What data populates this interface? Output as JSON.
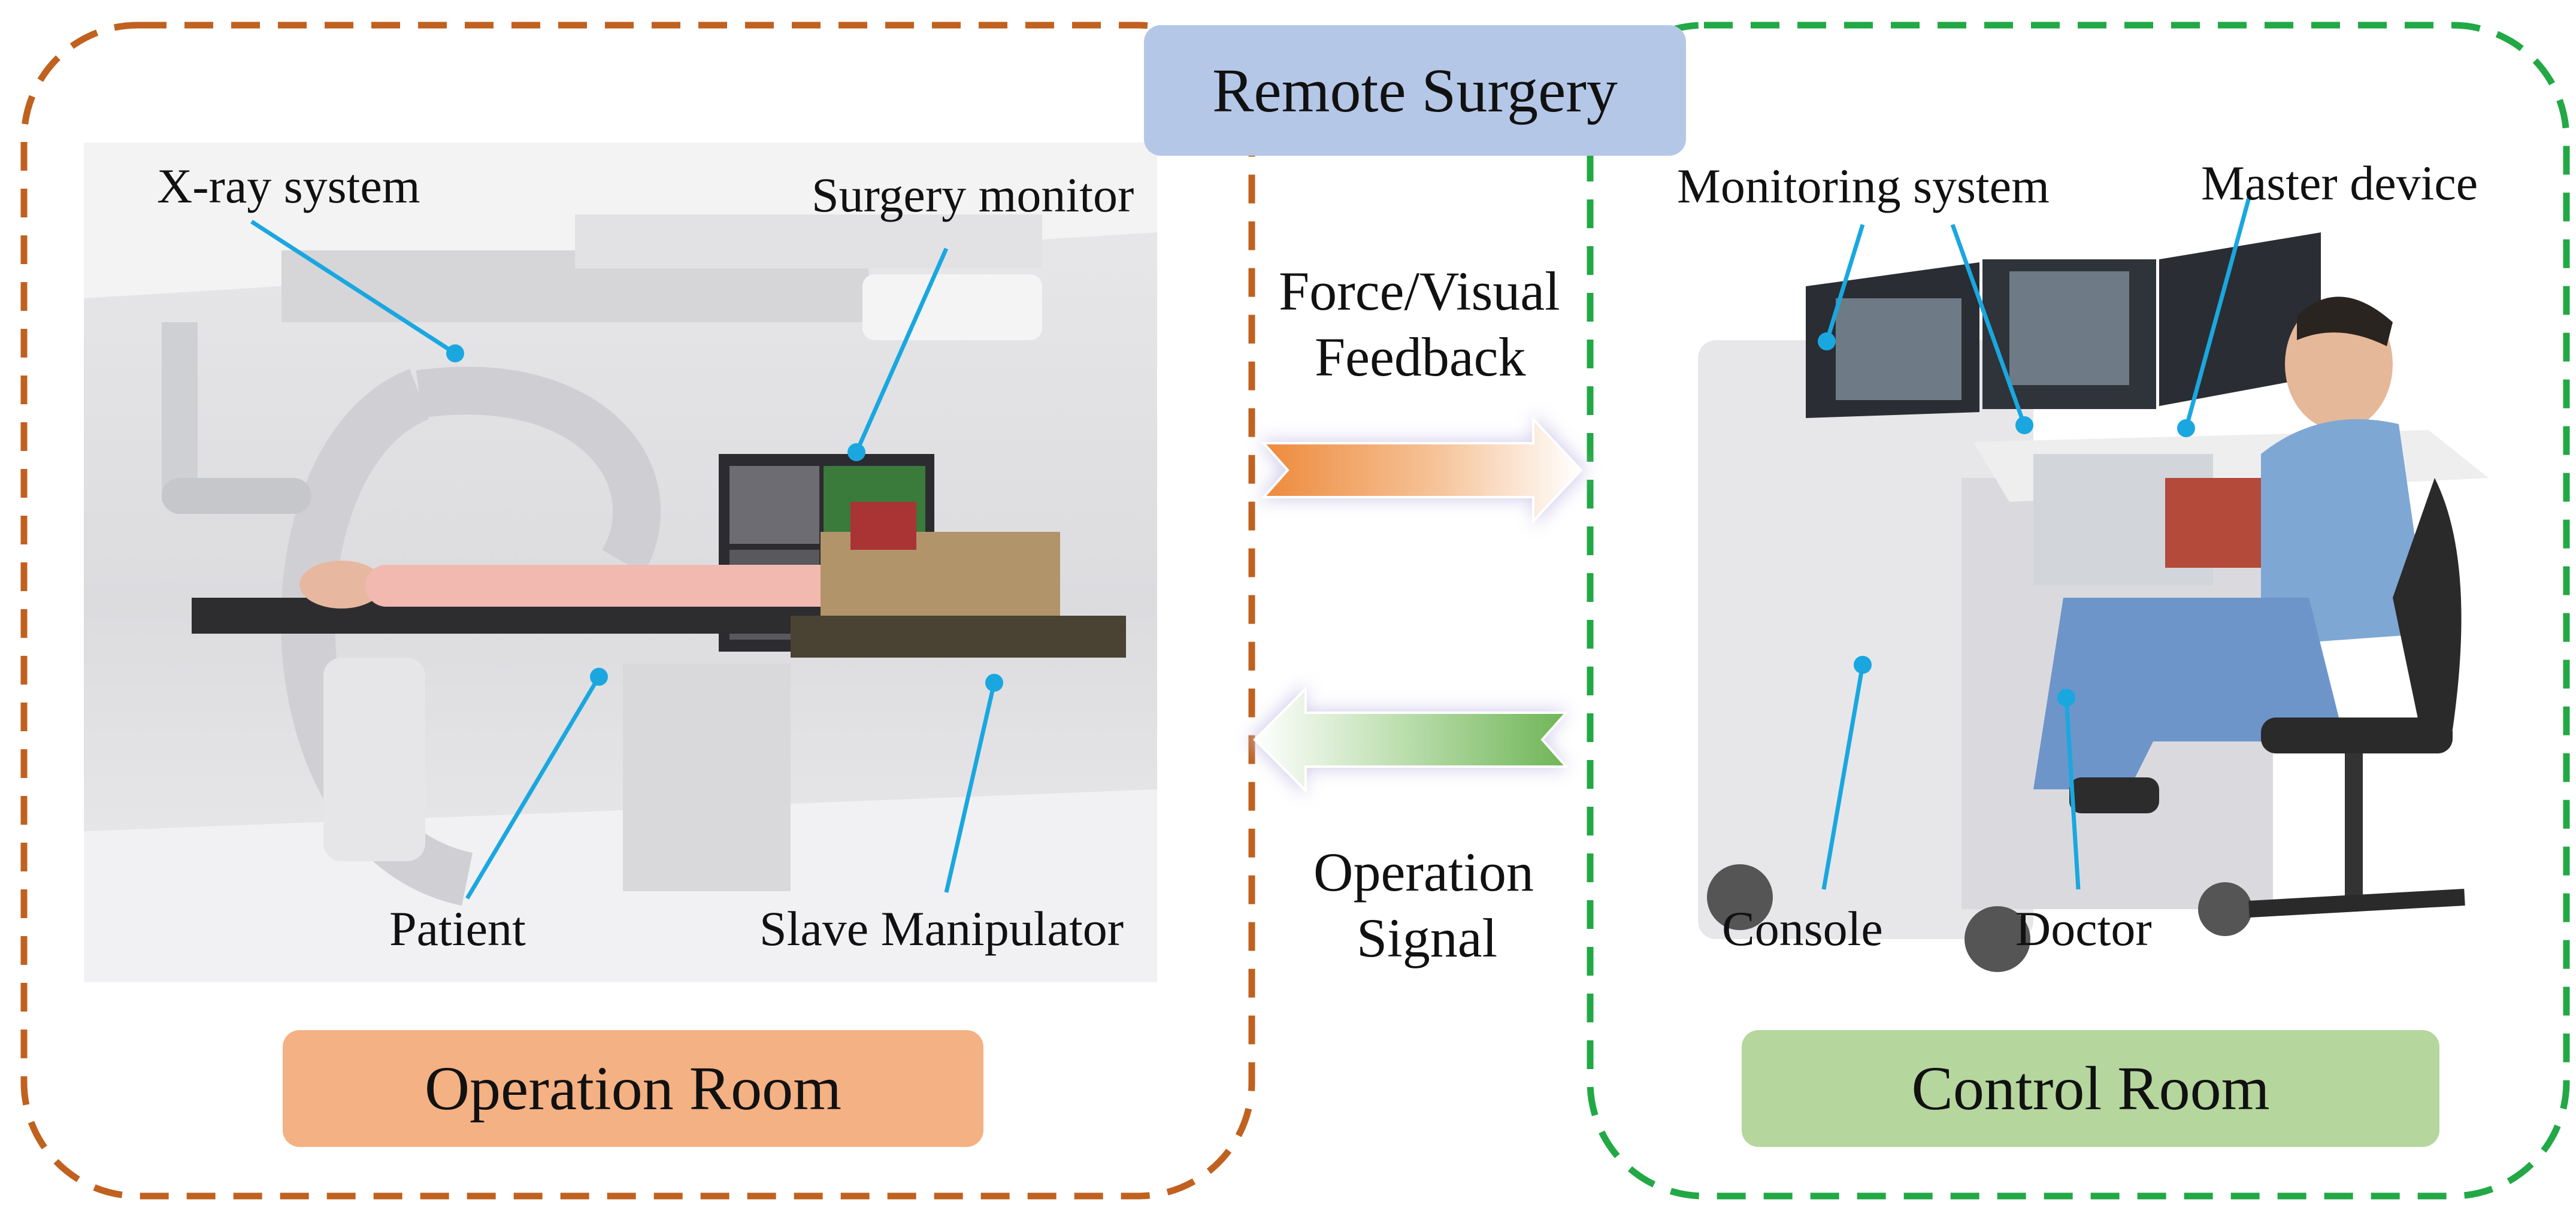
{
  "header": {
    "title": "Remote Surgery"
  },
  "operation_room": {
    "title": "Operation Room",
    "labels": {
      "xray": "X-ray system",
      "monitor": "Surgery monitor",
      "patient": "Patient",
      "slave": "Slave Manipulator"
    }
  },
  "control_room": {
    "title": "Control Room",
    "labels": {
      "monitoring": "Monitoring system",
      "master": "Master device",
      "console": "Console",
      "doctor": "Doctor"
    }
  },
  "link": {
    "feedback_line1": "Force/Visual",
    "feedback_line2": "Feedback",
    "signal_line1": "Operation",
    "signal_line2": "Signal"
  },
  "colors": {
    "operation_border": "#c0611f",
    "control_border": "#22a845",
    "title_box": "#b4c7e7",
    "operation_title_box": "#f4b183",
    "control_title_box": "#b5d69d",
    "leader_line": "#1aa7e0",
    "feedback_arrow": "#ee8a3c",
    "signal_arrow": "#6fb556"
  }
}
